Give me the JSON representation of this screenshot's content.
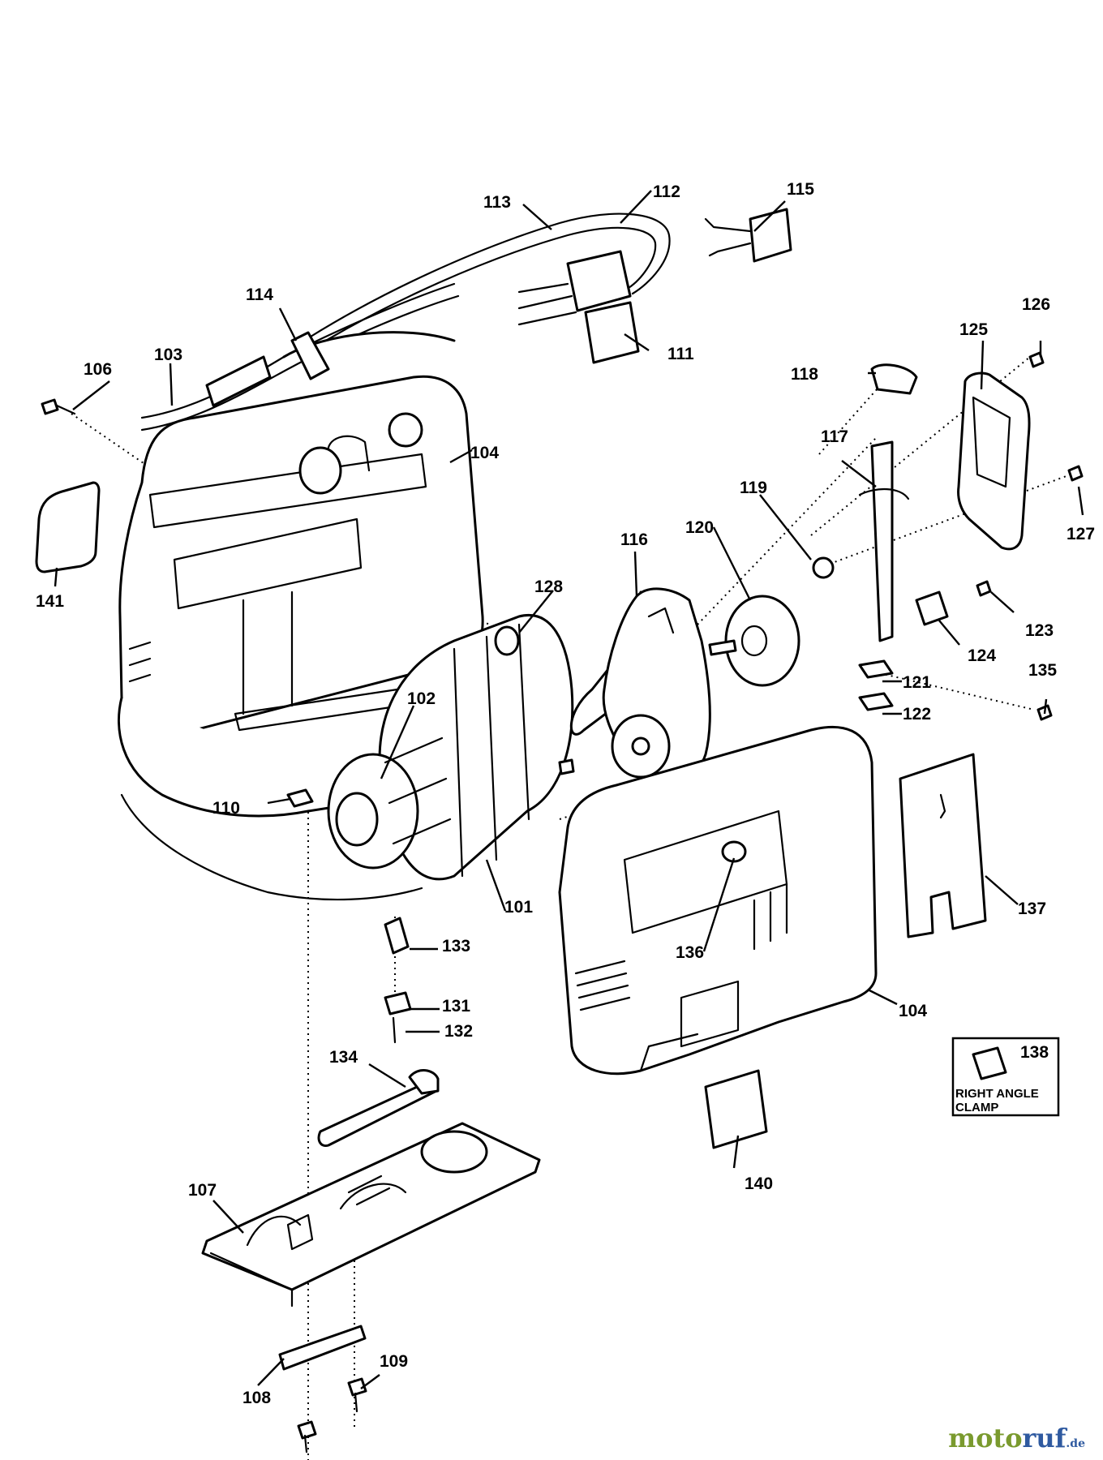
{
  "parts": [
    {
      "id": "p101",
      "number": "101"
    },
    {
      "id": "p102",
      "number": "102"
    },
    {
      "id": "p103",
      "number": "103"
    },
    {
      "id": "p104a",
      "number": "104"
    },
    {
      "id": "p104b",
      "number": "104"
    },
    {
      "id": "p106",
      "number": "106"
    },
    {
      "id": "p107",
      "number": "107"
    },
    {
      "id": "p108",
      "number": "108"
    },
    {
      "id": "p109",
      "number": "109"
    },
    {
      "id": "p110",
      "number": "110"
    },
    {
      "id": "p111",
      "number": "111"
    },
    {
      "id": "p112",
      "number": "112"
    },
    {
      "id": "p113",
      "number": "113"
    },
    {
      "id": "p114",
      "number": "114"
    },
    {
      "id": "p115",
      "number": "115"
    },
    {
      "id": "p116",
      "number": "116"
    },
    {
      "id": "p117",
      "number": "117"
    },
    {
      "id": "p118",
      "number": "118"
    },
    {
      "id": "p119",
      "number": "119"
    },
    {
      "id": "p120",
      "number": "120"
    },
    {
      "id": "p121",
      "number": "121"
    },
    {
      "id": "p122",
      "number": "122"
    },
    {
      "id": "p123",
      "number": "123"
    },
    {
      "id": "p124",
      "number": "124"
    },
    {
      "id": "p125",
      "number": "125"
    },
    {
      "id": "p126",
      "number": "126"
    },
    {
      "id": "p127",
      "number": "127"
    },
    {
      "id": "p128",
      "number": "128"
    },
    {
      "id": "p131",
      "number": "131"
    },
    {
      "id": "p132",
      "number": "132"
    },
    {
      "id": "p133",
      "number": "133"
    },
    {
      "id": "p134",
      "number": "134"
    },
    {
      "id": "p135",
      "number": "135"
    },
    {
      "id": "p136",
      "number": "136"
    },
    {
      "id": "p137",
      "number": "137"
    },
    {
      "id": "p138",
      "number": "138"
    },
    {
      "id": "p140",
      "number": "140"
    },
    {
      "id": "p141",
      "number": "141"
    }
  ],
  "accessory_box": {
    "line1": "RIGHT ANGLE",
    "line2": "CLAMP"
  },
  "watermark": {
    "brand_a": "moto",
    "brand_b": "ruf",
    "tld": ".de",
    "color_a": "#7a9a2e",
    "color_b": "#2f5aa0"
  }
}
